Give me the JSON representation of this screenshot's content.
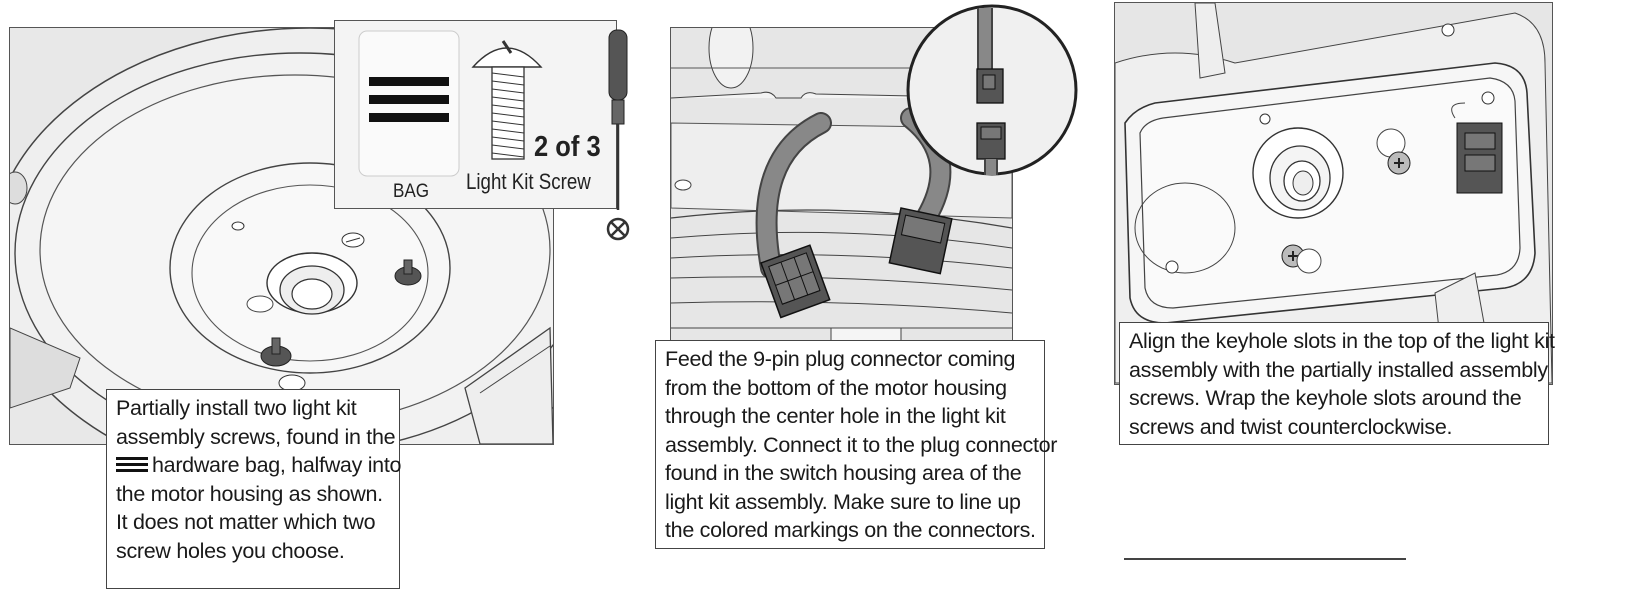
{
  "step1": {
    "hardware": {
      "bag_label": "BAG",
      "count": "2 of 3",
      "part_name": "Light Kit Screw"
    },
    "caption_lines": [
      "Partially install two light kit",
      "assembly screws, found in the",
      "hardware bag, halfway into",
      "the motor housing as shown.",
      "It does not matter which two",
      "screw holes you choose."
    ]
  },
  "step2": {
    "caption_lines": [
      "Feed the 9-pin plug connector coming",
      "from the bottom of the motor housing",
      "through the center hole in the light kit",
      "assembly. Connect it to the plug connector",
      "found in the switch housing area of the",
      "light kit assembly. Make sure to line up",
      "the colored markings on the connectors."
    ]
  },
  "step3": {
    "caption_lines": [
      "Align the keyhole slots in the top of the light kit",
      "assembly with the partially installed assembly",
      "screws. Wrap the keyhole slots around the",
      "screws and twist counterclockwise."
    ]
  },
  "icons": {
    "bag_icon": "three-bar-bag-icon",
    "tool": "screwdriver-icon",
    "no_tool": "x-circle-icon"
  }
}
